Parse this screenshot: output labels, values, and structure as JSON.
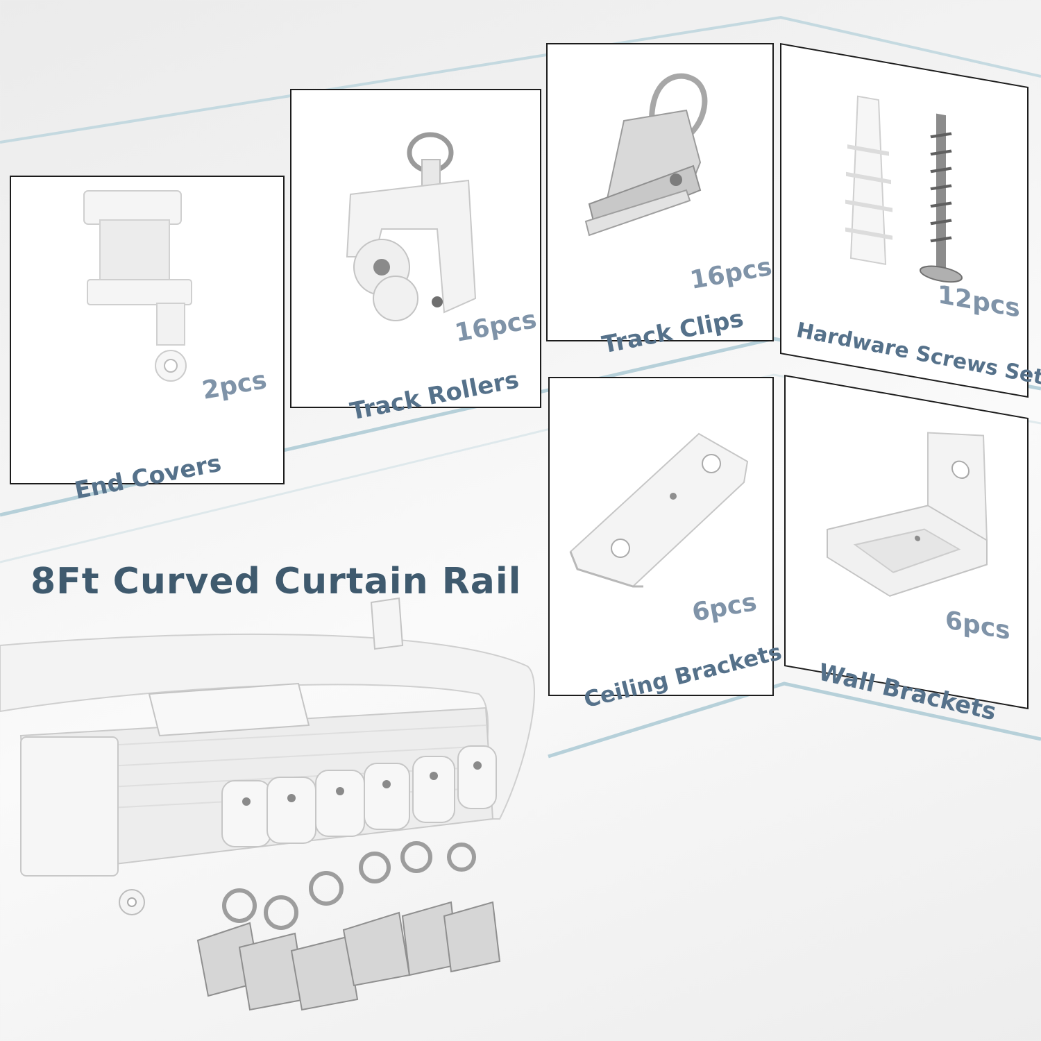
{
  "title": "8Ft Curved Curtain Rail",
  "colors": {
    "accent_line": "#9fc4d0",
    "label_text": "#55718a",
    "quantity_text": "#7f93a8",
    "title_text": "#3f5a6e"
  },
  "parts": [
    {
      "name": "End Covers",
      "quantity": "2pcs",
      "icon": "end-cover-icon"
    },
    {
      "name": "Track Rollers",
      "quantity": "16pcs",
      "icon": "track-roller-icon"
    },
    {
      "name": "Track Clips",
      "quantity": "16pcs",
      "icon": "track-clip-icon"
    },
    {
      "name": "Hardware Screws Set",
      "quantity": "12pcs",
      "icon": "screws-set-icon"
    },
    {
      "name": "Ceiling Brackets",
      "quantity": "6pcs",
      "icon": "ceiling-bracket-icon"
    },
    {
      "name": "Wall Brackets",
      "quantity": "6pcs",
      "icon": "wall-bracket-icon"
    }
  ]
}
